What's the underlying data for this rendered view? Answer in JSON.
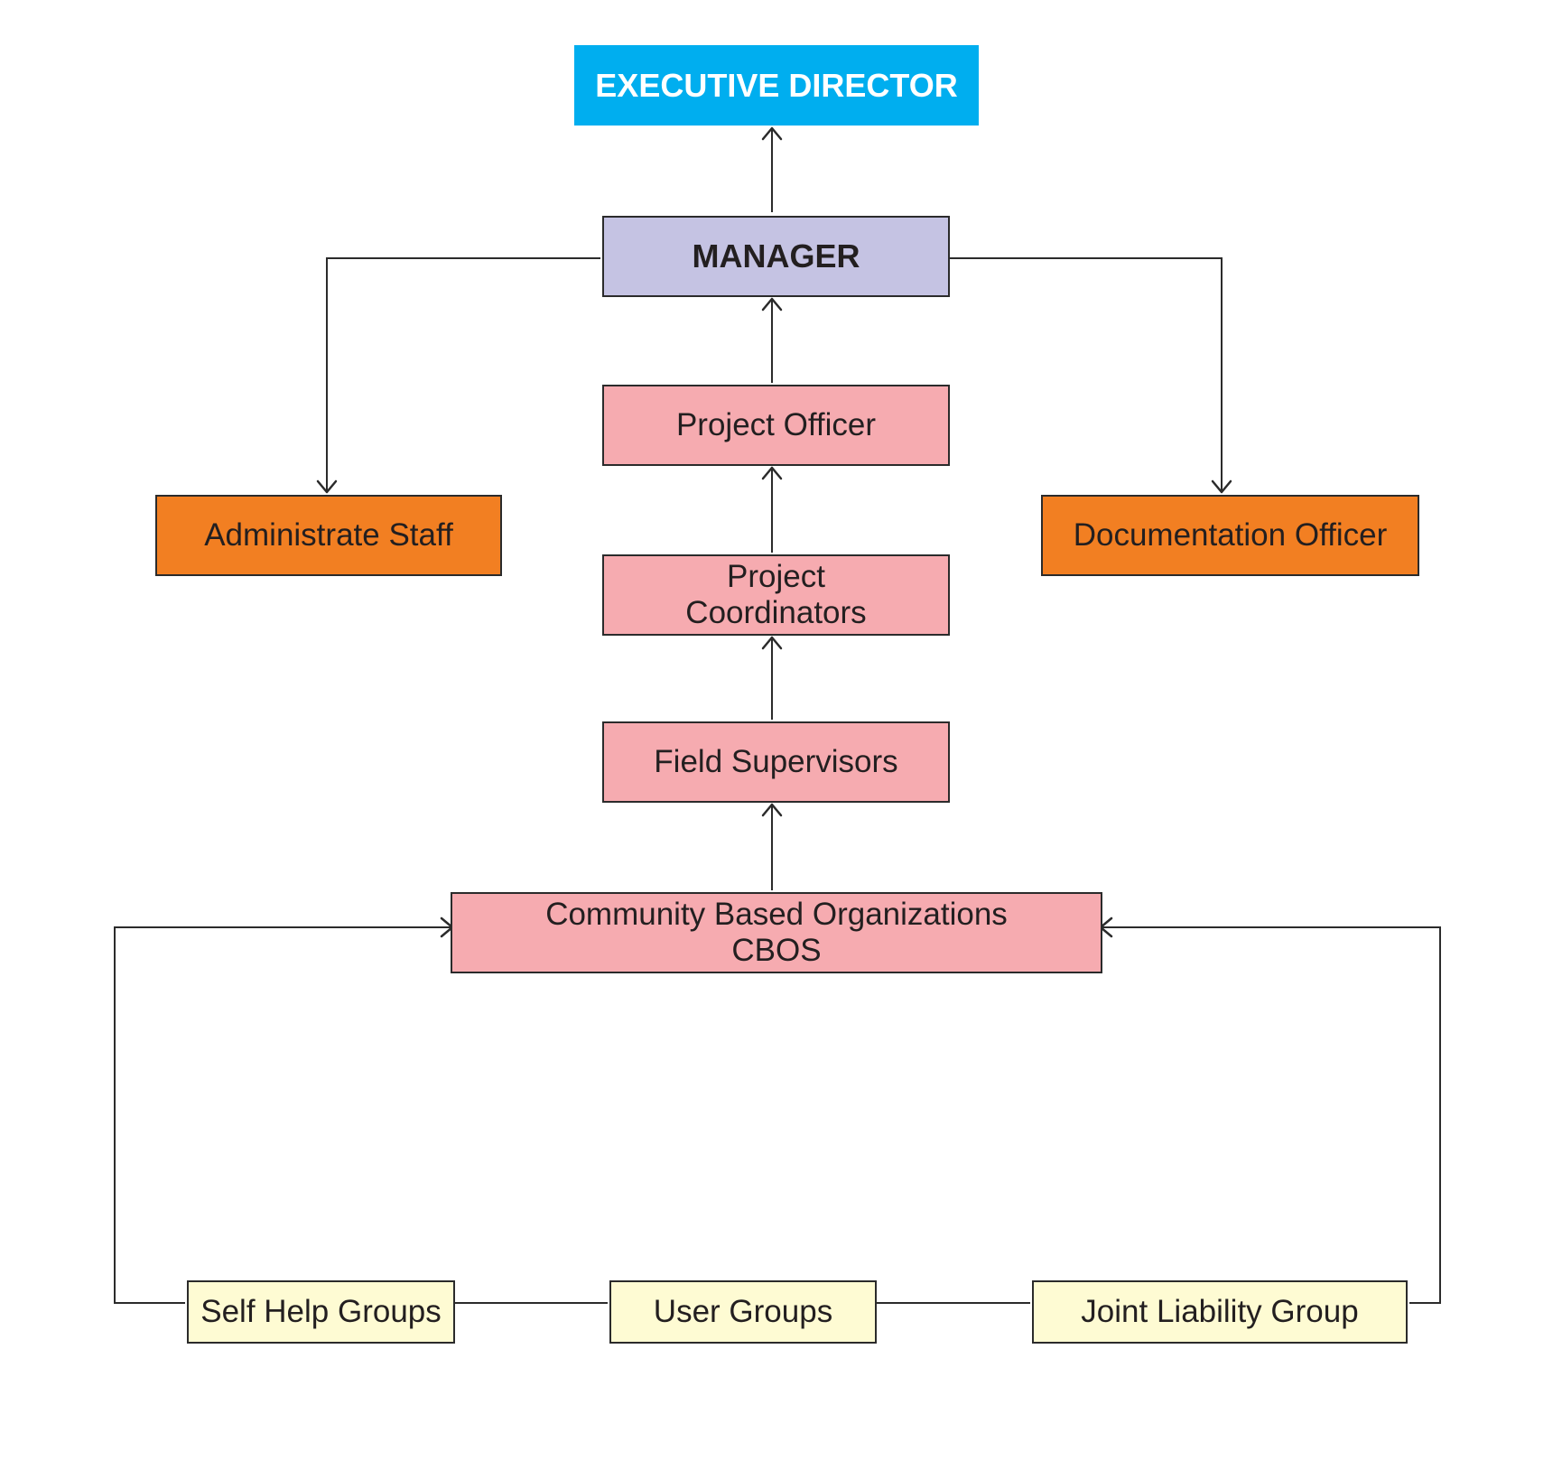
{
  "colors": {
    "executive_fill": "#00aeef",
    "manager_fill": "#c5c3e3",
    "staff_fill": "#f27f22",
    "project_fill": "#f6abb0",
    "group_fill": "#fefbd3",
    "line": "#2b2b2b"
  },
  "nodes": {
    "executive_director": "EXECUTIVE DIRECTOR",
    "manager": "MANAGER",
    "project_officer": "Project Officer",
    "administrate_staff": "Administrate Staff",
    "documentation_officer": "Documentation Officer",
    "project_coordinators": "Project\nCoordinators",
    "field_supervisors": "Field Supervisors",
    "community_based_organizations": "Community Based Organizations\nCBOS",
    "self_help_groups": "Self Help Groups",
    "user_groups": "User Groups",
    "joint_liability_group": "Joint Liability Group"
  },
  "edges": [
    {
      "from": "manager",
      "to": "executive_director"
    },
    {
      "from": "manager",
      "to": "administrate_staff"
    },
    {
      "from": "manager",
      "to": "documentation_officer"
    },
    {
      "from": "project_officer",
      "to": "manager"
    },
    {
      "from": "project_coordinators",
      "to": "project_officer"
    },
    {
      "from": "field_supervisors",
      "to": "project_coordinators"
    },
    {
      "from": "community_based_organizations",
      "to": "field_supervisors"
    },
    {
      "from": "self_help_groups",
      "to": "community_based_organizations"
    },
    {
      "from": "joint_liability_group",
      "to": "community_based_organizations"
    },
    {
      "from": "self_help_groups",
      "to": "user_groups",
      "arrow": false
    },
    {
      "from": "user_groups",
      "to": "joint_liability_group",
      "arrow": false
    }
  ]
}
